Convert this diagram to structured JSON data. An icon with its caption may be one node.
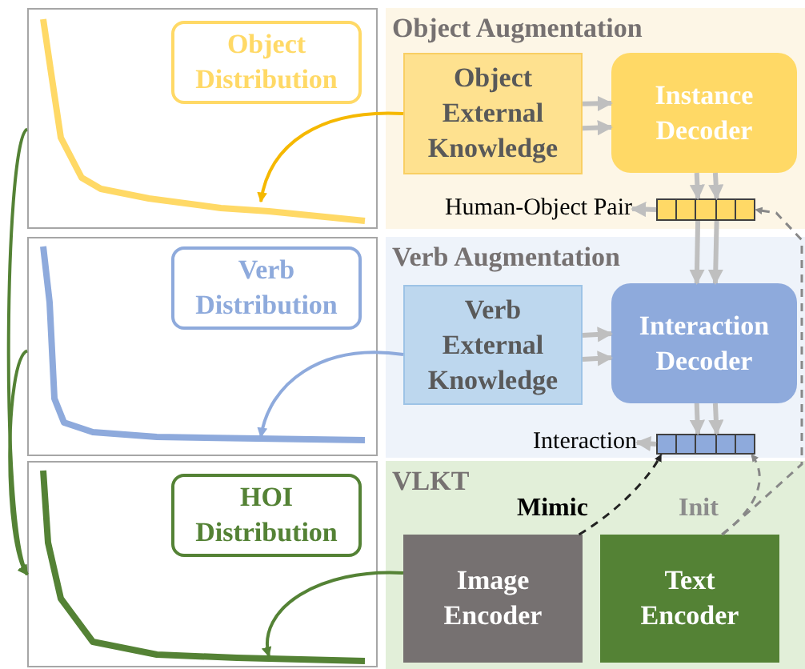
{
  "diagram": {
    "nodes": [
      {
        "text": [],
        "shape": "picture"
      },
      {
        "text": [
          "Object Distribution"
        ],
        "in": 0
      },
      {
        "text": [],
        "shape": "picture"
      },
      {
        "text": [
          "Verb Distribution"
        ],
        "in": 2
      },
      {
        "text": [],
        "shape": "picture"
      },
      {
        "text": [
          "HOI Distribution"
        ],
        "in": 4
      },
      {
        "text": [
          "Object Augmentation"
        ]
      },
      {
        "text": [
          "Object External Knowledge"
        ],
        "in": 6
      },
      {
        "text": [
          "Instance Decoder"
        ],
        "in": 6
      },
      {
        "text": [
          "Human-Object Pair"
        ],
        "in": 6
      },
      {
        "text": [],
        "shape": "bar",
        "in": 6
      },
      {
        "text": [
          "Verb Augmentation"
        ]
      },
      {
        "text": [
          "Verb External Knowledge"
        ],
        "in": 11
      },
      {
        "text": [
          "Interaction Decoder"
        ],
        "in": 11
      },
      {
        "text": [
          "Interaction"
        ],
        "in": 11
      },
      {
        "text": [],
        "shape": "bar",
        "in": 11
      },
      {
        "text": [
          "VLKT"
        ]
      },
      {
        "text": [
          "Image Encoder"
        ],
        "in": 16
      },
      {
        "text": [
          "Text Encoder"
        ],
        "in": 16
      }
    ],
    "edges": [
      {
        "from": 7,
        "to": 0,
        "arrow": "to",
        "color": "#f5b800"
      },
      {
        "from": 7,
        "to": 8,
        "arrow": "to"
      },
      {
        "from": 7,
        "to": 8,
        "arrow": "to"
      },
      {
        "from": 8,
        "to": 10,
        "arrow": "to"
      },
      {
        "from": 8,
        "to": 10,
        "arrow": "to"
      },
      {
        "from": 10,
        "to": 9,
        "arrow": "to"
      },
      {
        "from": 10,
        "to": 13,
        "arrow": "to"
      },
      {
        "from": 10,
        "to": 13,
        "arrow": "to"
      },
      {
        "from": 12,
        "to": 2,
        "arrow": "to",
        "color": "#8eaadc"
      },
      {
        "from": 12,
        "to": 13,
        "arrow": "to"
      },
      {
        "from": 12,
        "to": 13,
        "arrow": "to"
      },
      {
        "from": 13,
        "to": 15,
        "arrow": "to"
      },
      {
        "from": 13,
        "to": 15,
        "arrow": "to"
      },
      {
        "from": 15,
        "to": 14,
        "arrow": "to"
      },
      {
        "from": 17,
        "to": 15,
        "arrow": "to",
        "label": "Mimic",
        "style": "dashed",
        "color": "#222222"
      },
      {
        "from": 18,
        "to": 15,
        "arrow": "to",
        "label": "Init",
        "style": "dashed",
        "color": "#888888"
      },
      {
        "from": 18,
        "to": 10,
        "arrow": "to",
        "style": "dashed",
        "color": "#888888"
      },
      {
        "from": 17,
        "to": 4,
        "arrow": "to",
        "color": "#548235"
      },
      {
        "from": 0,
        "to": 4,
        "arrow": "to",
        "color": "#548235"
      },
      {
        "from": 2,
        "to": 4,
        "arrow": "to",
        "color": "#548235"
      }
    ]
  }
}
